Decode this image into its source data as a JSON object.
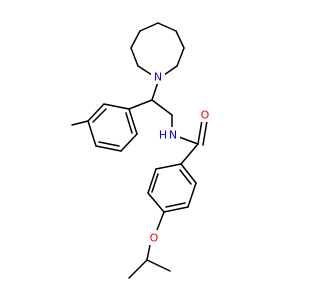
{
  "molecule": {
    "atoms": {
      "azepane_n": "N",
      "amide_nh": "N",
      "amide_h": "H",
      "carbonyl_o": "O",
      "ether_o": "O"
    },
    "colors": {
      "nitrogen": "#0000ff",
      "oxygen": "#ff0000",
      "bond": "#000000",
      "background": "#ffffff"
    }
  }
}
